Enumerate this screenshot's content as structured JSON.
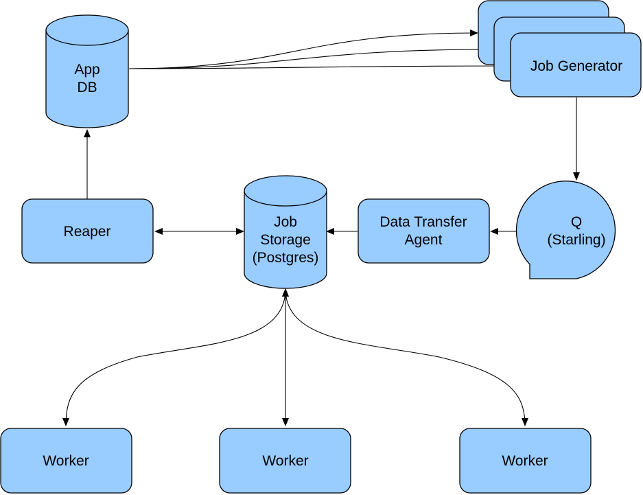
{
  "colors": {
    "node_fill": "#99ccff",
    "stroke": "#000000",
    "background": "#ffffff"
  },
  "nodes": {
    "app_db": {
      "line1": "App",
      "line2": "DB"
    },
    "job_generator": {
      "label": "Job Generator"
    },
    "queue": {
      "line1": "Q",
      "line2": "(Starling)"
    },
    "data_transfer_agent": {
      "line1": "Data Transfer",
      "line2": "Agent"
    },
    "job_storage": {
      "line1": "Job",
      "line2": "Storage",
      "line3": "(Postgres)"
    },
    "reaper": {
      "label": "Reaper"
    },
    "workers": [
      {
        "label": "Worker"
      },
      {
        "label": "Worker"
      },
      {
        "label": "Worker"
      }
    ]
  }
}
